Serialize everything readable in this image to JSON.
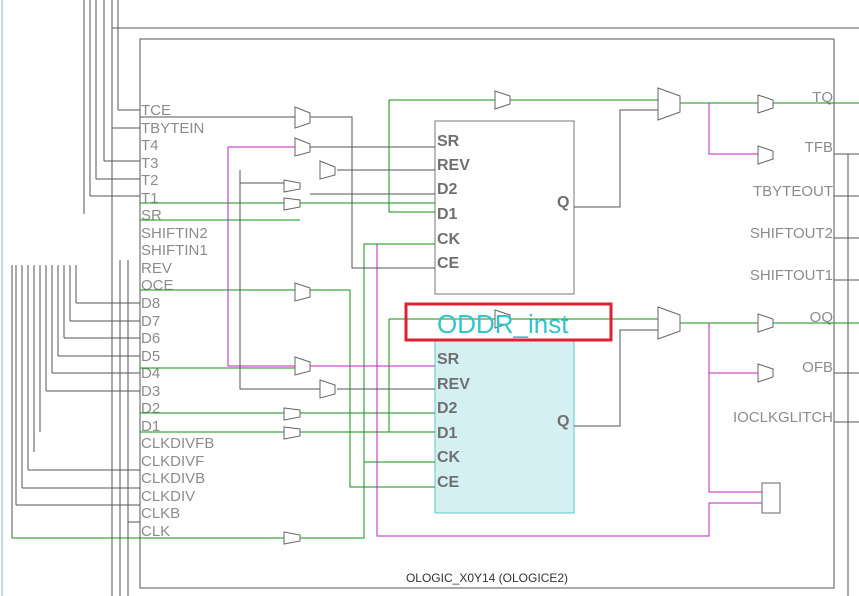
{
  "cell_label": "OLOGIC_X0Y14 (OLOGICE2)",
  "instance_label": "ODDR_inst",
  "left_pins": [
    "TCE",
    "TBYTEIN",
    "T4",
    "T3",
    "T2",
    "T1",
    "SR",
    "SHIFTIN2",
    "SHIFTIN1",
    "REV",
    "OCE",
    "D8",
    "D7",
    "D6",
    "D5",
    "D4",
    "D3",
    "D2",
    "D1",
    "CLKDIVFB",
    "CLKDIVF",
    "CLKDIVB",
    "CLKDIV",
    "CLKB",
    "CLK"
  ],
  "right_pins": [
    "TQ",
    "TFB",
    "TBYTEOUT",
    "SHIFTOUT2",
    "SHIFTOUT1",
    "OQ",
    "OFB",
    "IOCLKGLITCH"
  ],
  "upper_block": {
    "ports": [
      "SR",
      "REV",
      "D2",
      "D1",
      "CK",
      "CE"
    ],
    "output": "Q"
  },
  "lower_block": {
    "ports": [
      "SR",
      "REV",
      "D2",
      "D1",
      "CK",
      "CE"
    ],
    "output": "Q"
  },
  "colors": {
    "highlight_box": "#e02030",
    "instance_text": "#33c4cc",
    "lower_block_fill": "#d4f0f2",
    "net_green": "#109010",
    "net_magenta": "#c020c0"
  }
}
